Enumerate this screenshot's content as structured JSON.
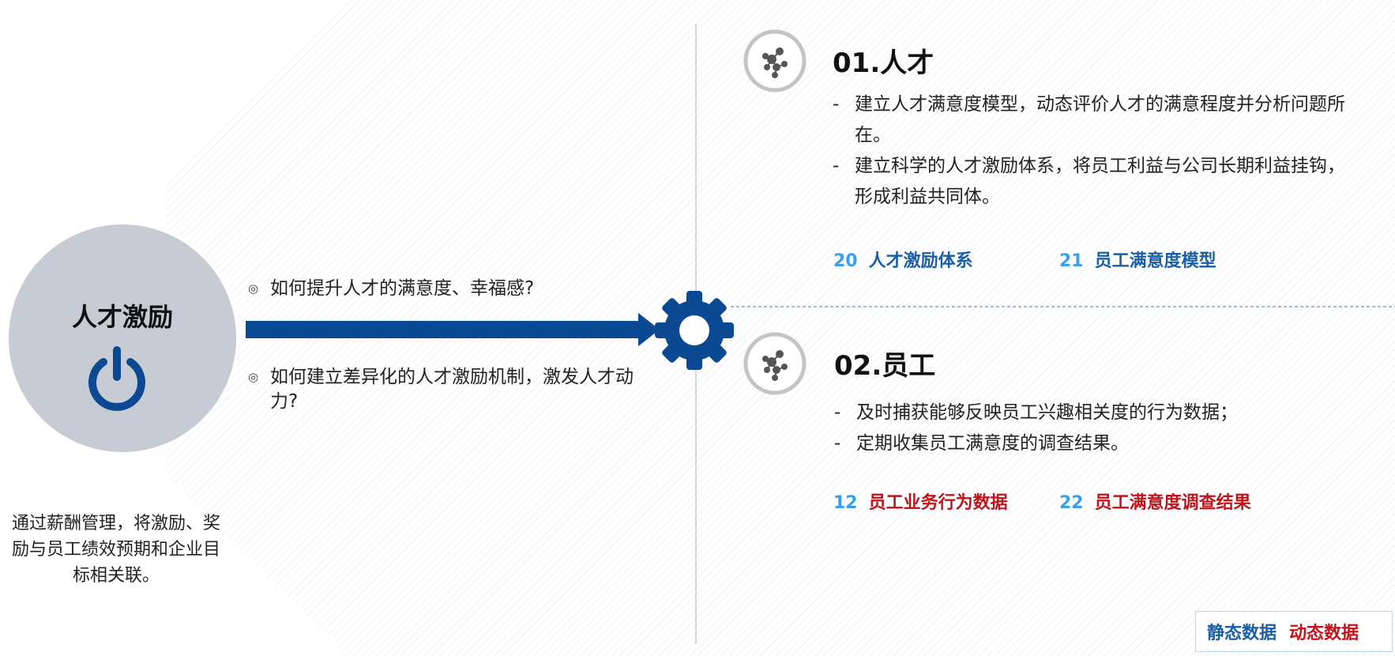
{
  "left": {
    "title": "人才激励",
    "caption": "通过薪酬管理，将激励、奖励与员工绩效预期和企业目标相关联。",
    "icon": "power-icon"
  },
  "questions": [
    "如何提升人才的满意度、幸福感?",
    "如何建立差异化的人才激励机制，激发人才动力?"
  ],
  "sections": [
    {
      "title": "01.人才",
      "icon": "molecule-icon",
      "bullets": [
        "建立人才满意度模型，动态评价人才的满意程度并分析问题所在。",
        "建立科学的人才激励体系，将员工利益与公司长期利益挂钩，形成利益共同体。"
      ],
      "tags": [
        {
          "num": "20",
          "label": "人才激励体系",
          "type": "static"
        },
        {
          "num": "21",
          "label": "员工满意度模型",
          "type": "static"
        }
      ]
    },
    {
      "title": "02.员工",
      "icon": "molecule-icon",
      "bullets": [
        "及时捕获能够反映员工兴趣相关度的行为数据；",
        "定期收集员工满意度的调查结果。"
      ],
      "tags": [
        {
          "num": "12",
          "label": "员工业务行为数据",
          "type": "dynamic"
        },
        {
          "num": "22",
          "label": "员工满意度调查结果",
          "type": "dynamic"
        }
      ]
    }
  ],
  "legend": {
    "static_label": "静态数据",
    "dynamic_label": "动态数据"
  },
  "bullet_dash": "-",
  "question_mark": "◎",
  "colors": {
    "primary_blue": "#0b4a93",
    "static_blue": "#1a5ea6",
    "dynamic_red": "#c0141d",
    "number_blue": "#3aa0e8",
    "circle_gray": "#c7cbd3"
  }
}
